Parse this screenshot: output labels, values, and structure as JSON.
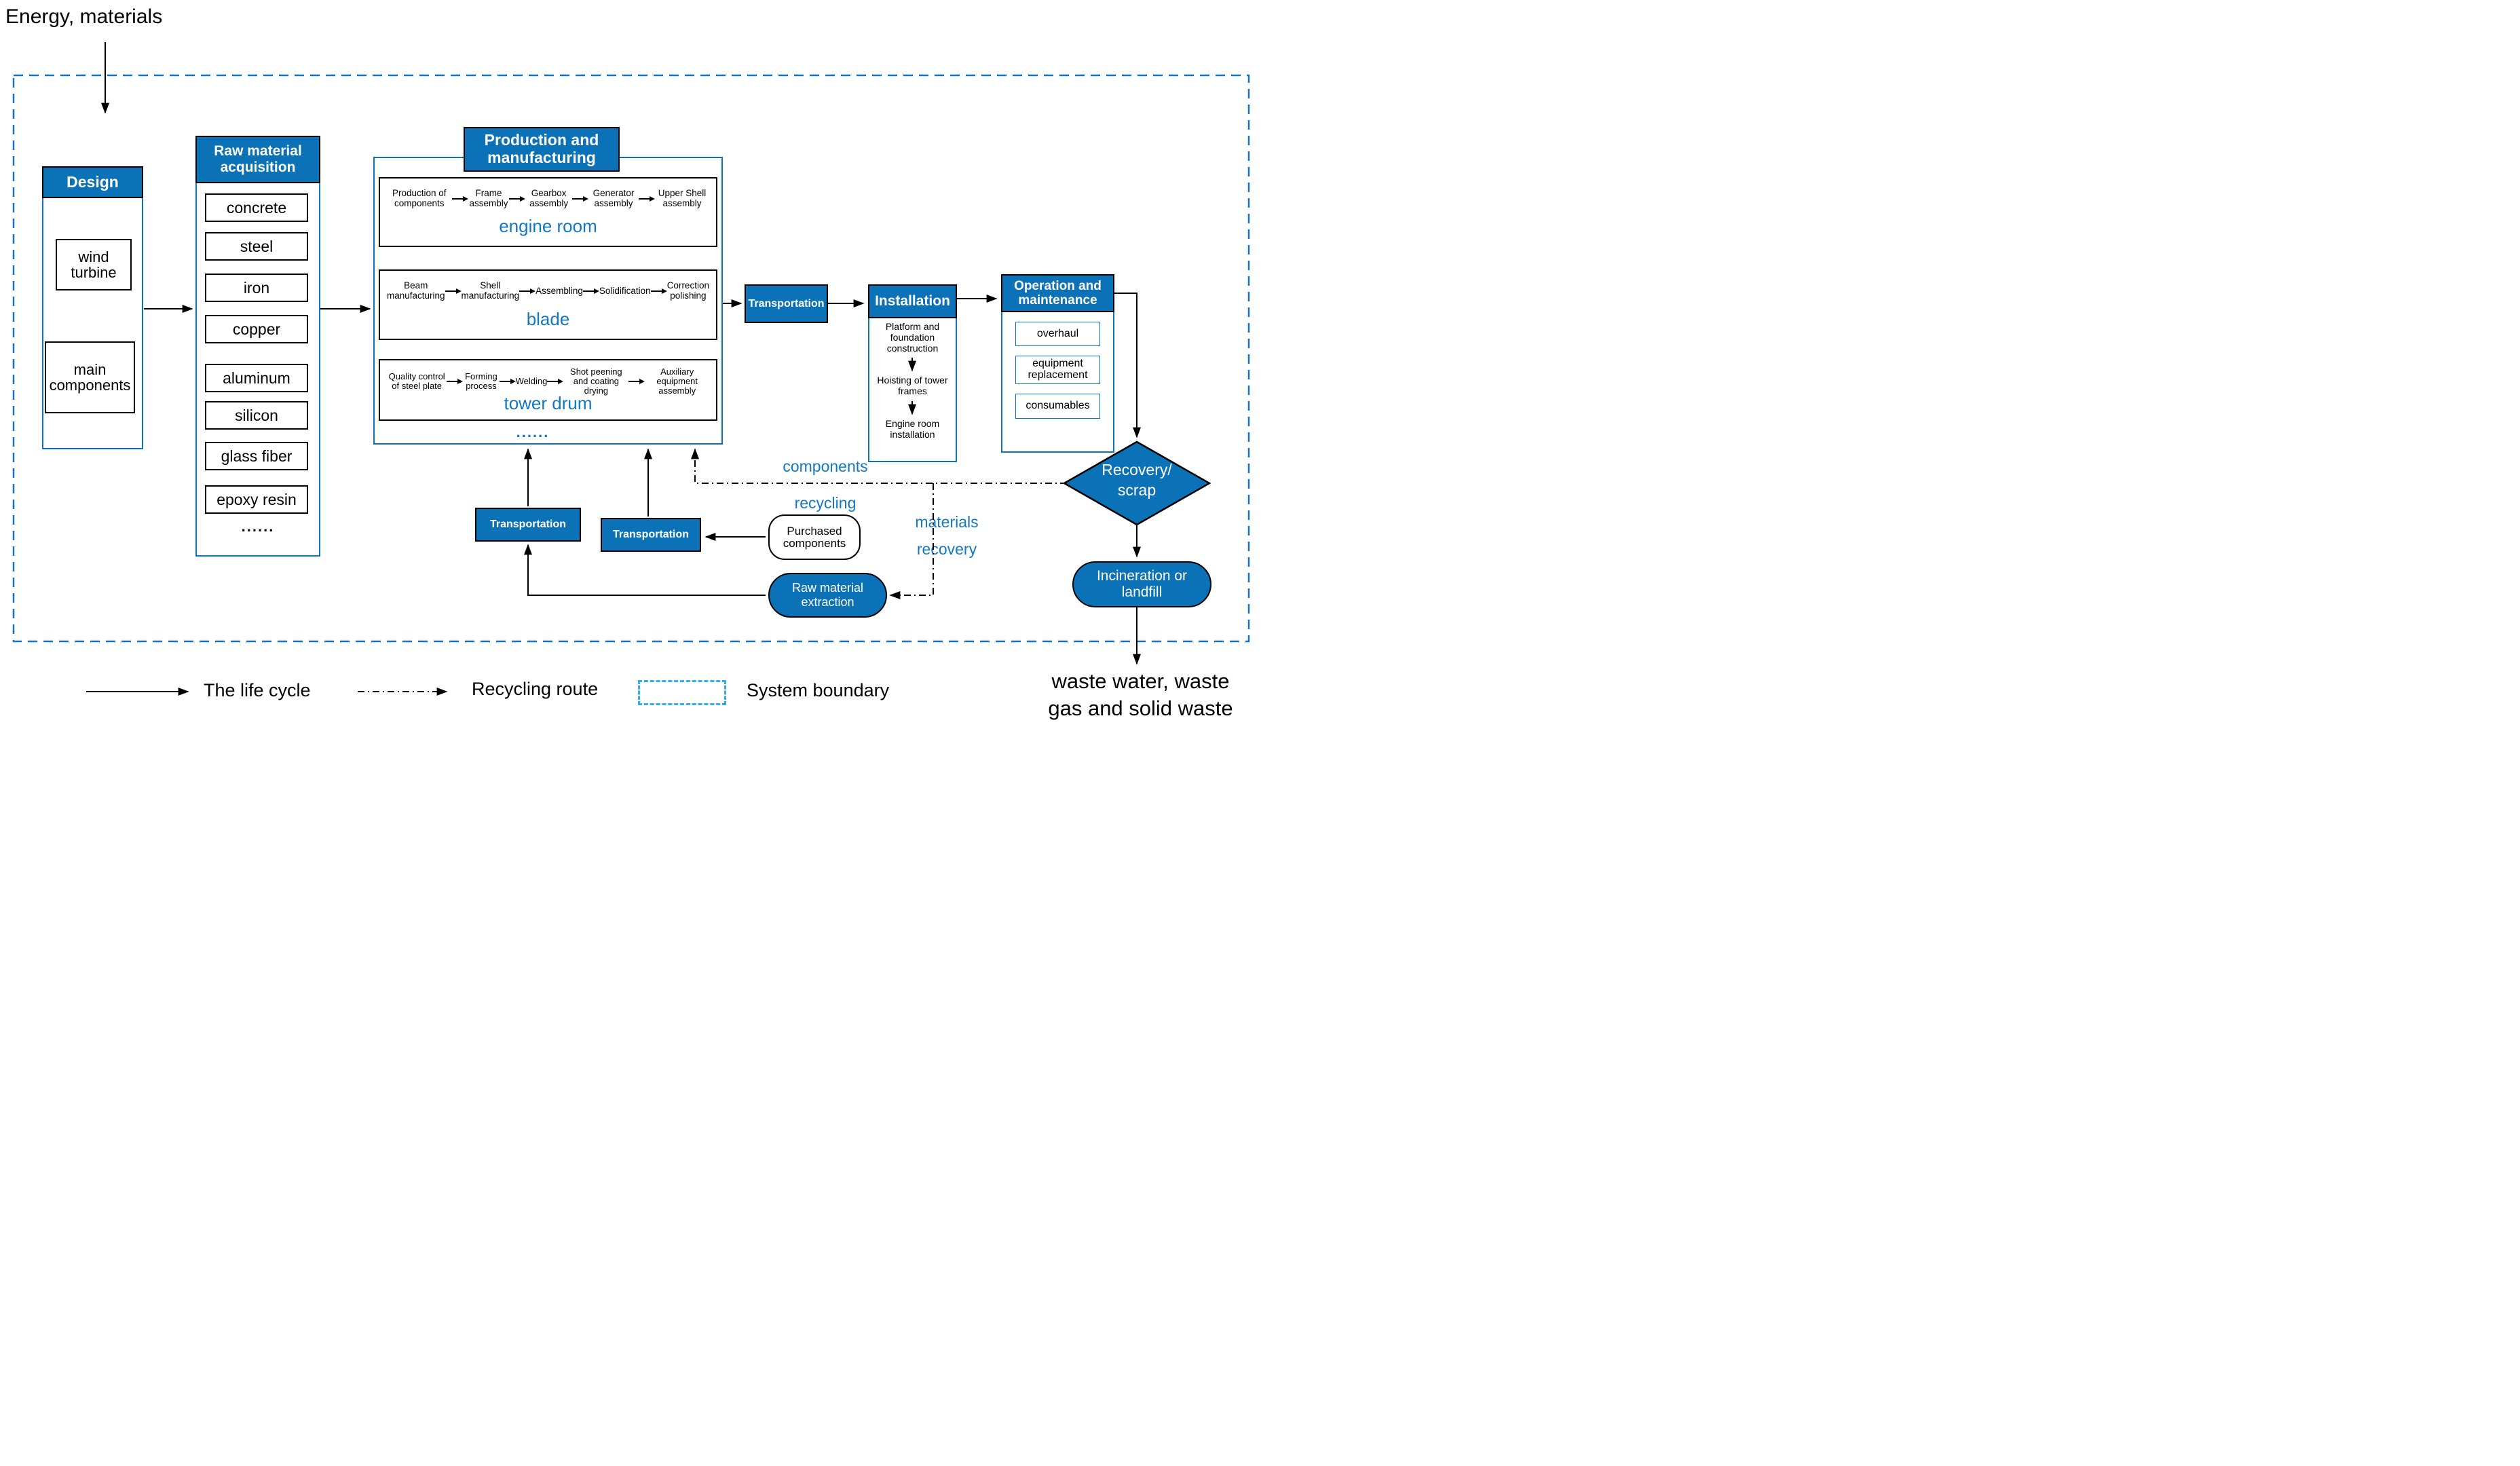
{
  "colors": {
    "brand_blue": "#0c72b8",
    "blue_text": "#1378c2",
    "boundary_blue": "#1573c0",
    "legend_swatch_blue": "#35aee8"
  },
  "inputs_label": "Energy, materials",
  "design": {
    "title": "Design",
    "wind_turbine": "wind turbine",
    "main_components": "main components"
  },
  "raw": {
    "title": "Raw material acquisition",
    "items": [
      "concrete",
      "steel",
      "iron",
      "copper",
      "aluminum",
      "silicon",
      "glass fiber",
      "epoxy resin"
    ],
    "ellipsis": "......"
  },
  "production": {
    "title": "Production and manufacturing",
    "ellipsis": "......",
    "rows": [
      {
        "label": "engine room",
        "steps": [
          "Production of components",
          "Frame assembly",
          "Gearbox assembly",
          "Generator assembly",
          "Upper Shell assembly"
        ]
      },
      {
        "label": "blade",
        "steps": [
          "Beam manufacturing",
          "Shell manufacturing",
          "Assembling",
          "Solidification",
          "Correction polishing"
        ]
      },
      {
        "label": "tower drum",
        "steps": [
          "Quality control of steel plate",
          "Forming process",
          "Welding",
          "Shot peening and coating drying",
          "Auxiliary equipment assembly"
        ]
      }
    ]
  },
  "transportation": {
    "after_production": "Transportation",
    "to_production_left": "Transportation",
    "to_production_right": "Transportation"
  },
  "installation": {
    "title": "Installation",
    "steps": [
      "Platform and foundation construction",
      "Hoisting of tower frames",
      "Engine room installation"
    ]
  },
  "maintenance": {
    "title": "Operation and maintenance",
    "items": [
      "overhaul",
      "equipment replacement",
      "consumables"
    ]
  },
  "end_of_life": {
    "recovery": [
      "Recovery/",
      "scrap"
    ],
    "incineration": [
      "Incineration or",
      "landfill"
    ],
    "purchased_components": "Purchased components",
    "raw_material_extraction": "Raw material extraction"
  },
  "routes": {
    "components_recycling": [
      "components",
      "recycling"
    ],
    "materials_recovery": [
      "materials",
      "recovery"
    ]
  },
  "outputs_label": [
    "waste water, waste",
    "gas and solid waste"
  ],
  "legend": {
    "life_cycle": "The life cycle",
    "recycling_route": "Recycling route",
    "system_boundary": "System boundary"
  }
}
